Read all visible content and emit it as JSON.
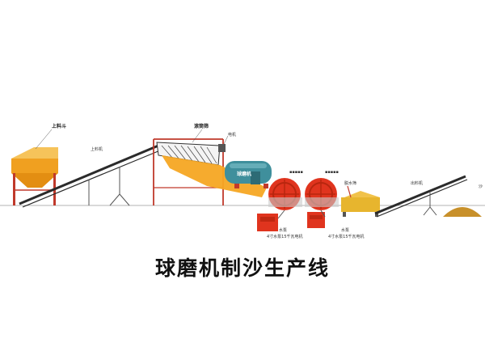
{
  "caption": "球磨机制沙生产线",
  "labels": {
    "hopper": "上料斗",
    "feed_belt": "上料机",
    "screen": "滚筒筛",
    "motor": "电机",
    "ball_mill": "球磨机",
    "pump_left": "水泵",
    "pump_right": "水泵",
    "motor_left": "4寸水泵15千瓦电机",
    "motor_right": "4寸水泵15千瓦电机",
    "dewater": "脱水筛",
    "discharge_belt": "出料机",
    "edge": "沙"
  },
  "colors": {
    "hopper": "#f0a020",
    "frame": "#c0392b",
    "belt": "#2b2b2b",
    "mill": "#3f8f9c",
    "wheel": "#e0341e",
    "dewater": "#e7b52e",
    "sand": "#c8902a"
  }
}
